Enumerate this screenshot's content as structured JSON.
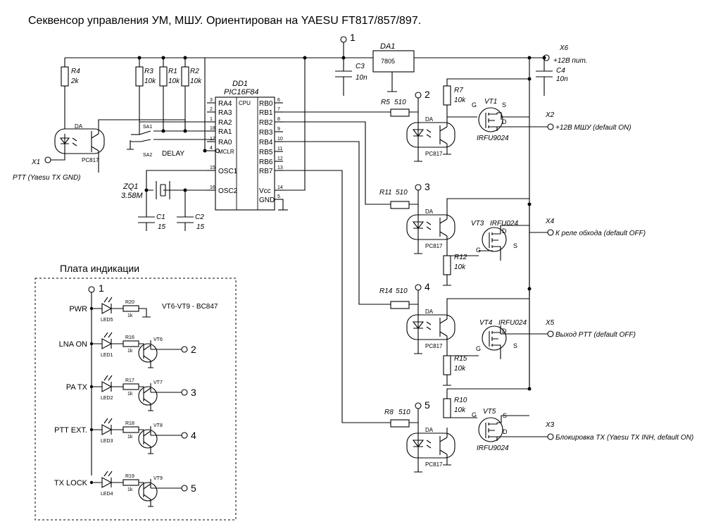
{
  "title": "Секвенсор управления УМ, МШУ. Ориентирован на YAESU FT817/857/897.",
  "mcu": {
    "ref": "DD1",
    "part": "PIC16F84",
    "core": "CPU",
    "left_pins": [
      {
        "num": "3",
        "name": "RA4"
      },
      {
        "num": "2",
        "name": "RA3"
      },
      {
        "num": "1",
        "name": "RA2"
      },
      {
        "num": "18",
        "name": "RA1"
      },
      {
        "num": "17",
        "name": "RA0"
      },
      {
        "num": "4",
        "name": "MCLR"
      },
      {
        "num": "15",
        "name": "OSC1"
      },
      {
        "num": "16",
        "name": "OSC2"
      }
    ],
    "right_pins": [
      {
        "num": "6",
        "name": "RB0"
      },
      {
        "num": "7",
        "name": "RB1"
      },
      {
        "num": "8",
        "name": "RB2"
      },
      {
        "num": "9",
        "name": "RB3"
      },
      {
        "num": "10",
        "name": "RB4"
      },
      {
        "num": "11",
        "name": "RB5"
      },
      {
        "num": "12",
        "name": "RB6"
      },
      {
        "num": "13",
        "name": "RB7"
      },
      {
        "num": "14",
        "name": "Vcc"
      },
      {
        "num": "5",
        "name": "GND"
      }
    ]
  },
  "regulator": {
    "ref": "DA1",
    "part": "7805"
  },
  "resistors": {
    "r4": {
      "ref": "R4",
      "val": "2k"
    },
    "r3": {
      "ref": "R3",
      "val": "10k"
    },
    "r1": {
      "ref": "R1",
      "val": "10k"
    },
    "r2": {
      "ref": "R2",
      "val": "10k"
    },
    "r5": {
      "ref": "R5",
      "val": "510"
    },
    "r7": {
      "ref": "R7",
      "val": "10k"
    },
    "r11": {
      "ref": "R11",
      "val": "510"
    },
    "r12": {
      "ref": "R12",
      "val": "10k"
    },
    "r14": {
      "ref": "R14",
      "val": "510"
    },
    "r15": {
      "ref": "R15",
      "val": "10k"
    },
    "r8": {
      "ref": "R8",
      "val": "510"
    },
    "r10": {
      "ref": "R10",
      "val": "10k"
    },
    "r20": {
      "ref": "R20",
      "val": "1k"
    },
    "r16": {
      "ref": "R16",
      "val": "1k"
    },
    "r17": {
      "ref": "R17",
      "val": "1k"
    },
    "r18": {
      "ref": "R18",
      "val": "1k"
    },
    "r19": {
      "ref": "R19",
      "val": "1k"
    }
  },
  "capacitors": {
    "c3": {
      "ref": "C3",
      "val": "10n"
    },
    "c4": {
      "ref": "C4",
      "val": "10n"
    },
    "c1": {
      "ref": "C1",
      "val": "15"
    },
    "c2": {
      "ref": "C2",
      "val": "15"
    }
  },
  "crystal": {
    "ref": "ZQ1",
    "val": "3.58M"
  },
  "switches": {
    "sa1": "SA1",
    "sa2": "SA2",
    "label": "DELAY"
  },
  "optocoupler": {
    "prefix": "DA",
    "part": "PC817"
  },
  "transistors": {
    "vt1": {
      "ref": "VT1",
      "part": "IRFU9024"
    },
    "vt3": {
      "ref": "VT3",
      "part": "IRFU024"
    },
    "vt4": {
      "ref": "VT4",
      "part": "IRFU024"
    },
    "vt5": {
      "ref": "VT5",
      "part": "IRFU9024"
    },
    "pins": {
      "g": "G",
      "s": "S",
      "d": "D"
    }
  },
  "connectors": {
    "x1": {
      "ref": "X1",
      "label": "PTT (Yaesu TX GND)"
    },
    "x6": {
      "ref": "X6",
      "label": "+12В пит."
    },
    "x2": {
      "ref": "X2",
      "label": "+12В МШУ (default ON)"
    },
    "x4": {
      "ref": "X4",
      "label": "К реле обхода (default OFF)"
    },
    "x5": {
      "ref": "X5",
      "label": "Выход PTT (default OFF)"
    },
    "x3": {
      "ref": "X3",
      "label": "Блокировка TX (Yaesu TX INH, default ON)"
    }
  },
  "nodes": {
    "n1": "1",
    "n2": "2",
    "n3": "3",
    "n4": "4",
    "n5": "5"
  },
  "indicator": {
    "title": "Плата индикации",
    "node": "1",
    "transistor_note": "VT6-VT9 - BC847",
    "rows": [
      {
        "label": "PWR",
        "led": "LED5",
        "res": "R20",
        "val": "1k",
        "vt": "",
        "node": ""
      },
      {
        "label": "LNA ON",
        "led": "LED1",
        "res": "R16",
        "val": "1k",
        "vt": "VT6",
        "node": "2"
      },
      {
        "label": "PA TX",
        "led": "LED2",
        "res": "R17",
        "val": "1k",
        "vt": "VT7",
        "node": "3"
      },
      {
        "label": "PTT EXT.",
        "led": "LED3",
        "res": "R18",
        "val": "1k",
        "vt": "VT8",
        "node": "4"
      },
      {
        "label": "TX LOCK",
        "led": "LED4",
        "res": "R19",
        "val": "1k",
        "vt": "VT9",
        "node": "5"
      }
    ]
  }
}
